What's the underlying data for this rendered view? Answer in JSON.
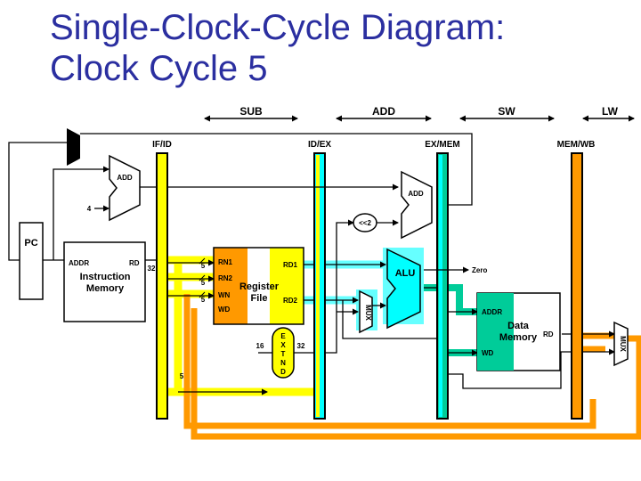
{
  "slide": {
    "title_line1": "Single-Clock-Cycle Diagram:",
    "title_line2": "Clock Cycle 5"
  },
  "stages": [
    {
      "instr": "SUB"
    },
    {
      "instr": "ADD"
    },
    {
      "instr": "SW"
    },
    {
      "instr": "LW"
    }
  ],
  "registers": {
    "if_id": "IF/ID",
    "id_ex": "ID/EX",
    "ex_mem": "EX/MEM",
    "mem_wb": "MEM/WB"
  },
  "blocks": {
    "pc": "PC",
    "imem_addr": "ADDR",
    "imem_rd": "RD",
    "imem_name1": "Instruction",
    "imem_name2": "Memory",
    "add_label": "ADD",
    "const_four": "4",
    "regfile_rn1": "RN1",
    "regfile_rn2": "RN2",
    "regfile_wn": "WN",
    "regfile_wd": "WD",
    "regfile_rd1": "RD1",
    "regfile_rd2": "RD2",
    "regfile_name1": "Register",
    "regfile_name2": "File",
    "shift": "<<2",
    "alu": "ALU",
    "zero": "Zero",
    "mux": "MUX",
    "extend": [
      "E",
      "X",
      "T",
      "N",
      "D"
    ],
    "dmem_addr": "ADDR",
    "dmem_wd": "WD",
    "dmem_rd": "RD",
    "dmem_name1": "Data",
    "dmem_name2": "Memory"
  },
  "bus_widths": {
    "imem_out": "32",
    "rn1": "5",
    "rn2": "5",
    "wn": "5",
    "ext_in": "16",
    "ext_out": "32",
    "wb_reg": "5"
  },
  "colors": {
    "title": "#2b2fa0",
    "if_stage": "#ffff00",
    "id_stage": "#ff9900",
    "ex_stage": "#00ffff",
    "mem_stage": "#00cc99",
    "wb_stage": "#ff9900",
    "wire": "#000000"
  }
}
